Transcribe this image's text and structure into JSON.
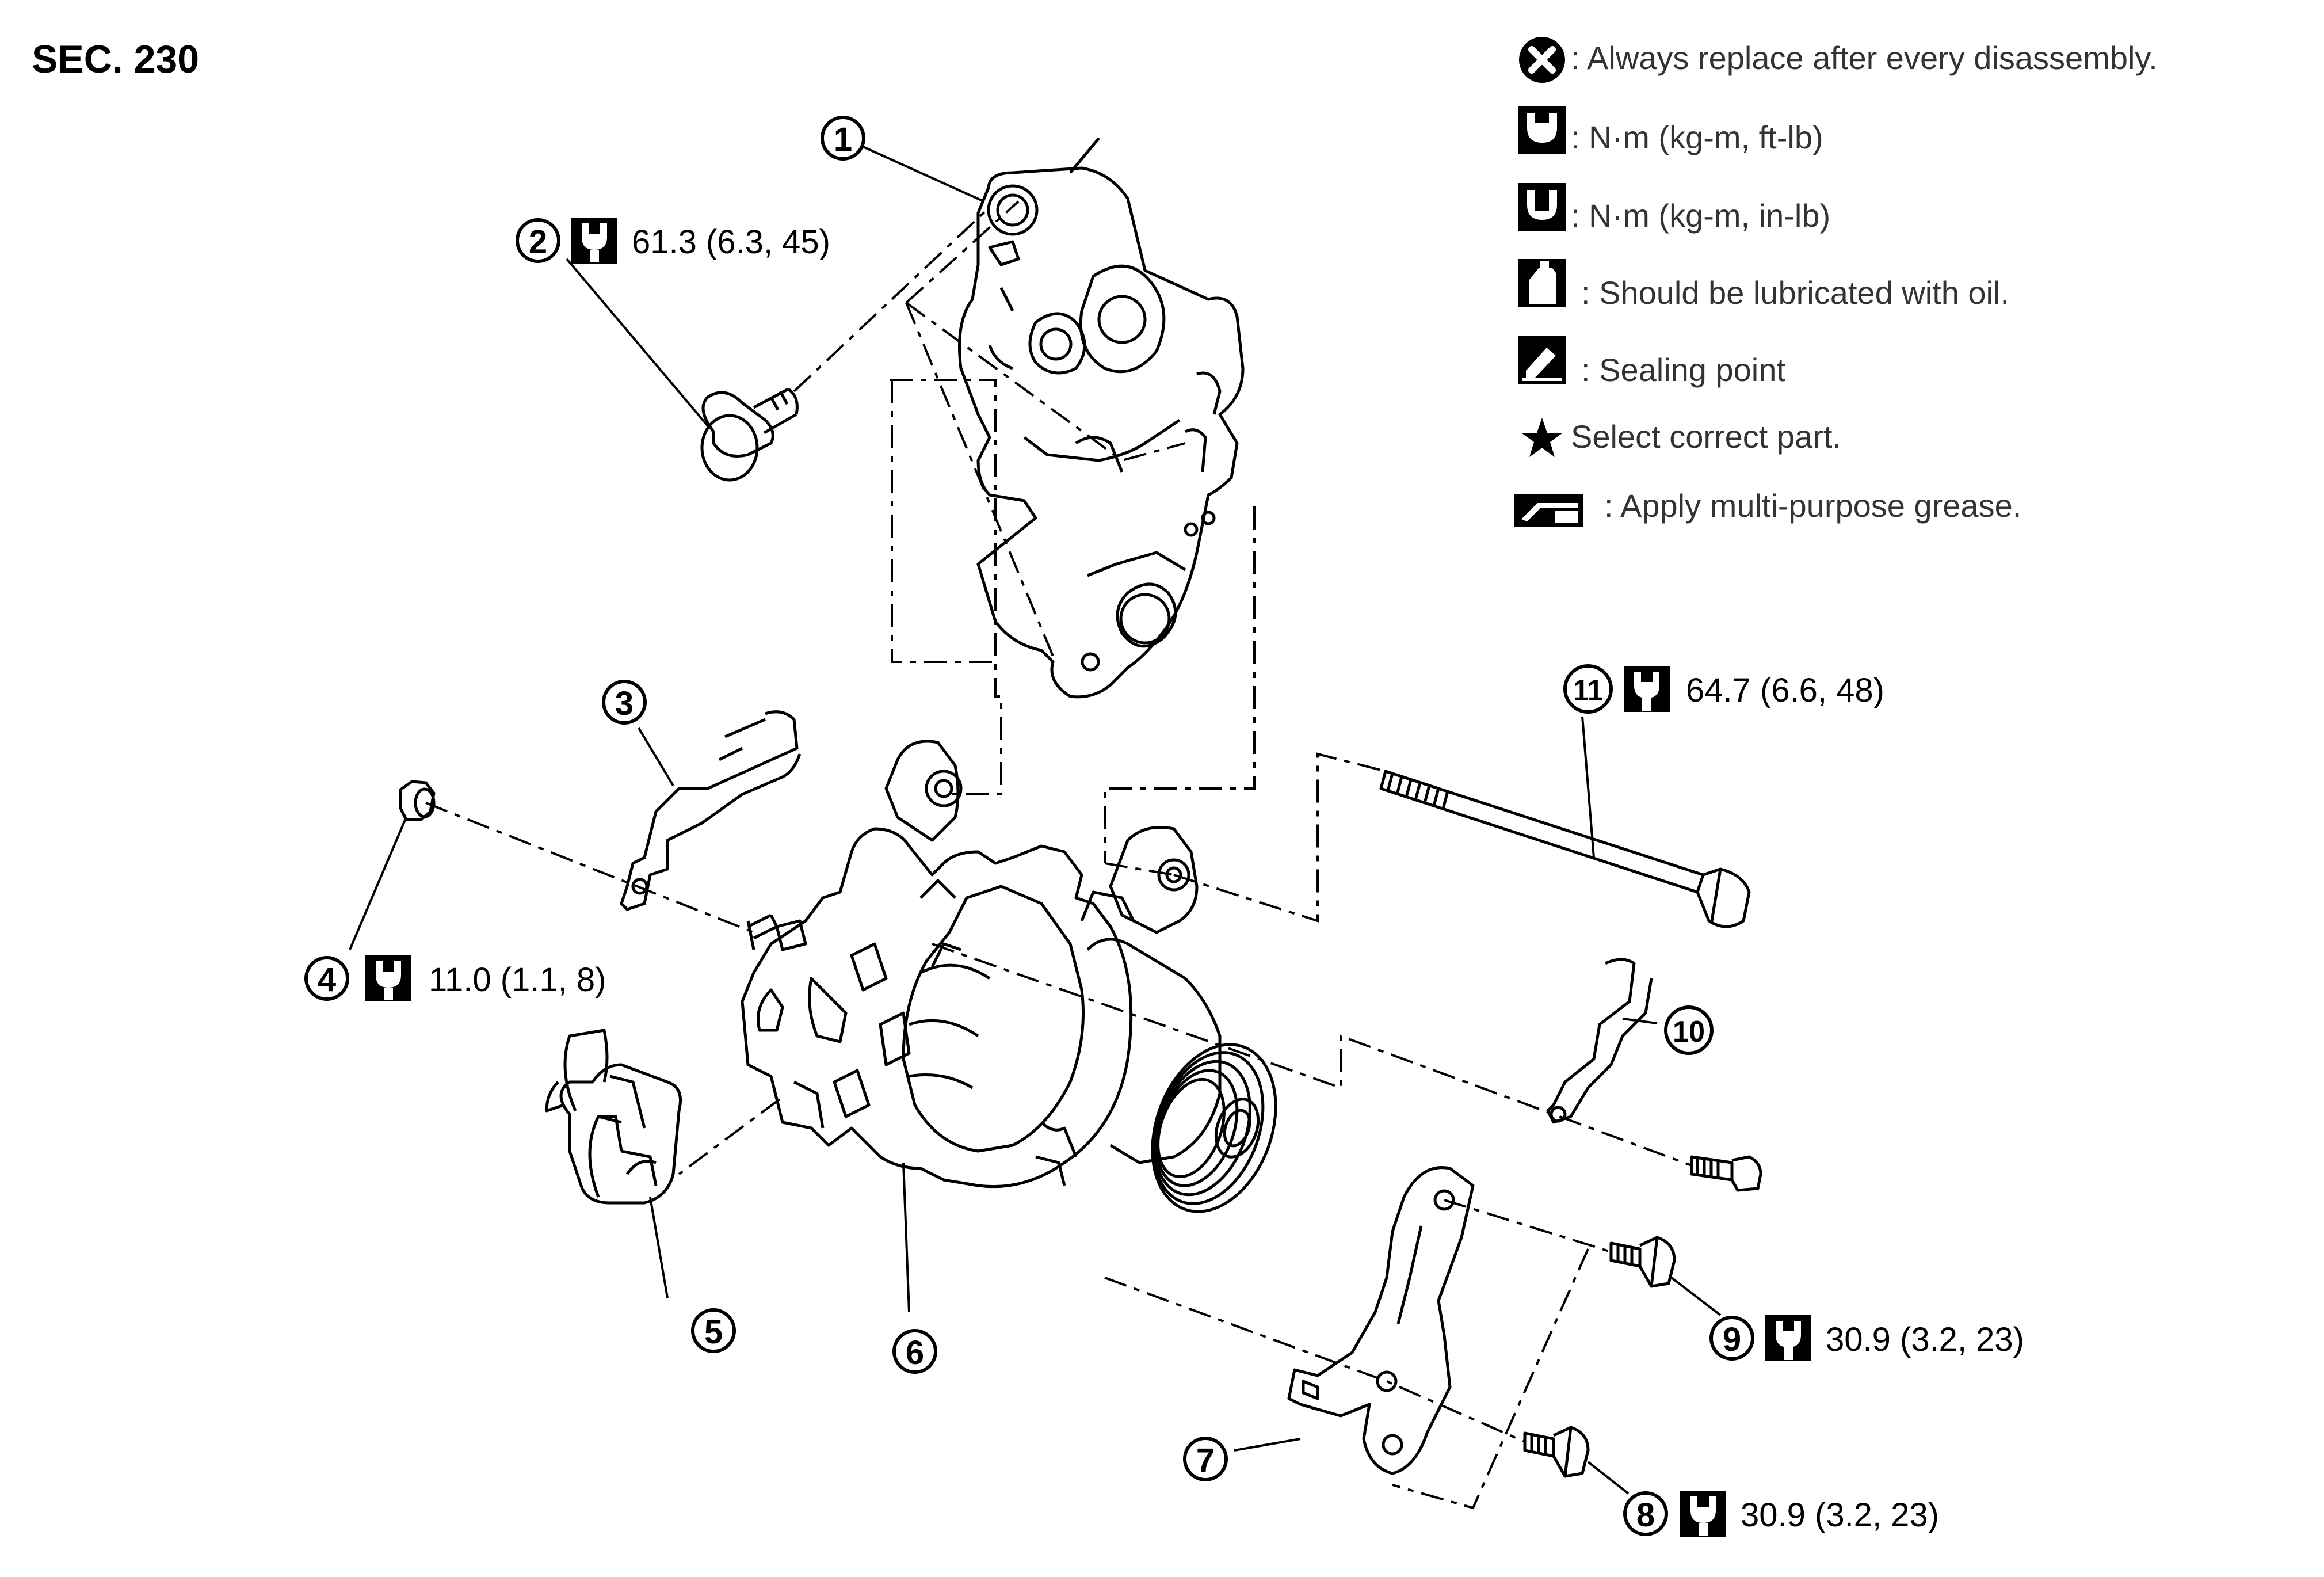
{
  "section": "SEC. 230",
  "legend": [
    {
      "icon": "always-replace-icon",
      "text": ": Always replace after every disassembly."
    },
    {
      "icon": "torque-wrench-icon",
      "text": ": N·m (kg-m, ft-lb)"
    },
    {
      "icon": "torque-wrench-filled-icon",
      "text": ": N·m (kg-m, in-lb)"
    },
    {
      "icon": "oil-can-icon",
      "text": ": Should be lubricated with oil."
    },
    {
      "icon": "sealing-point-icon",
      "text": ": Sealing point"
    },
    {
      "icon": "star-icon",
      "text": "Select correct part."
    },
    {
      "icon": "grease-icon",
      "text": ": Apply multi-purpose grease."
    }
  ],
  "callouts": [
    {
      "num": "1"
    },
    {
      "num": "2",
      "torque": "61.3 (6.3, 45)"
    },
    {
      "num": "3"
    },
    {
      "num": "4",
      "torque": "11.0 (1.1, 8)"
    },
    {
      "num": "5"
    },
    {
      "num": "6"
    },
    {
      "num": "7"
    },
    {
      "num": "8",
      "torque": "30.9 (3.2, 23)"
    },
    {
      "num": "9",
      "torque": "30.9 (3.2, 23)"
    },
    {
      "num": "10"
    },
    {
      "num": "11",
      "torque": "64.7 (6.6, 48)"
    }
  ]
}
